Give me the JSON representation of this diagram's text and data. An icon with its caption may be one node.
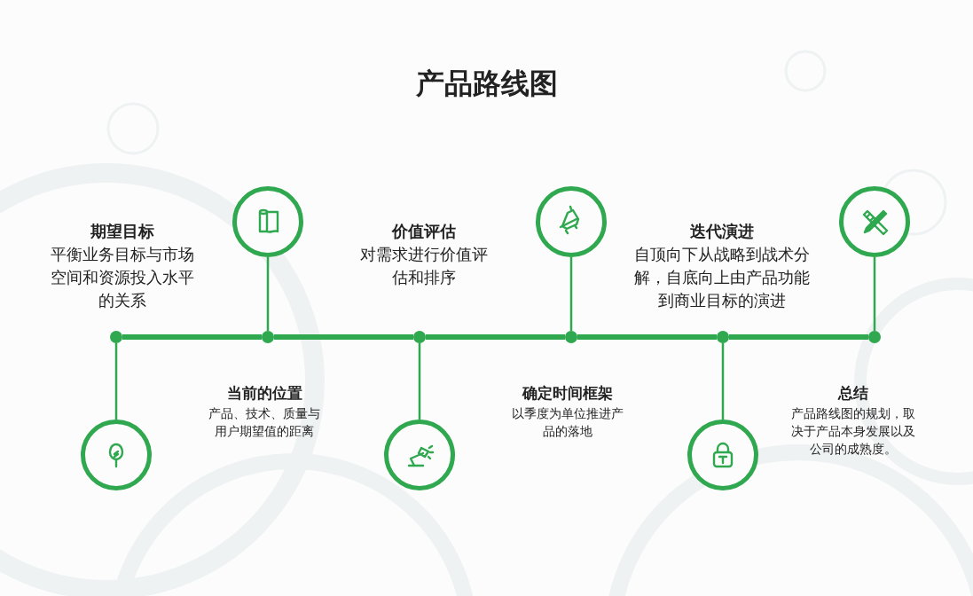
{
  "diagram": {
    "title": "产品路线图",
    "nodes": [
      {
        "text": [],
        "shape": "picture",
        "beside": [
          "期望目标",
          "平衡业务目标与市场空间和资源投入水平的关系"
        ]
      },
      {
        "text": [],
        "shape": "picture",
        "beside": [
          "当前的位置",
          "产品、技术、质量与用户期望值的距离"
        ]
      },
      {
        "text": [],
        "shape": "picture",
        "beside": [
          "价值评估",
          "对需求进行价值评估和排序"
        ]
      },
      {
        "text": [],
        "shape": "picture",
        "beside": [
          "确定时间框架",
          "以季度为单位推进产品的落地"
        ]
      },
      {
        "text": [],
        "shape": "picture",
        "beside": [
          "迭代演进",
          "自顶向下从战略到战术分解，自底向上由产品功能到商业目标的演进"
        ]
      },
      {
        "text": [],
        "shape": "picture",
        "beside": [
          "总结",
          "产品路线图的规划，取决于产品本身发展以及公司的成熟度。"
        ]
      },
      {
        "text": [],
        "shape": "circle"
      },
      {
        "text": [],
        "shape": "circle"
      },
      {
        "text": [],
        "shape": "circle"
      },
      {
        "text": [],
        "shape": "circle"
      },
      {
        "text": [],
        "shape": "circle"
      },
      {
        "text": [],
        "shape": "circle"
      }
    ],
    "edges": [
      {
        "from": 6,
        "to": 7,
        "arrow": "none",
        "style": "thick"
      },
      {
        "from": 7,
        "to": 8,
        "arrow": "none",
        "style": "thick"
      },
      {
        "from": 8,
        "to": 9,
        "arrow": "none",
        "style": "thick"
      },
      {
        "from": 9,
        "to": 10,
        "arrow": "none",
        "style": "thick"
      },
      {
        "from": 10,
        "to": 11,
        "arrow": "none",
        "style": "thick"
      },
      {
        "from": 6,
        "to": 0,
        "arrow": "none"
      },
      {
        "from": 7,
        "to": 1,
        "arrow": "none"
      },
      {
        "from": 8,
        "to": 2,
        "arrow": "none"
      },
      {
        "from": 9,
        "to": 3,
        "arrow": "none"
      },
      {
        "from": 10,
        "to": 4,
        "arrow": "none"
      },
      {
        "from": 11,
        "to": 5,
        "arrow": "none"
      }
    ]
  }
}
